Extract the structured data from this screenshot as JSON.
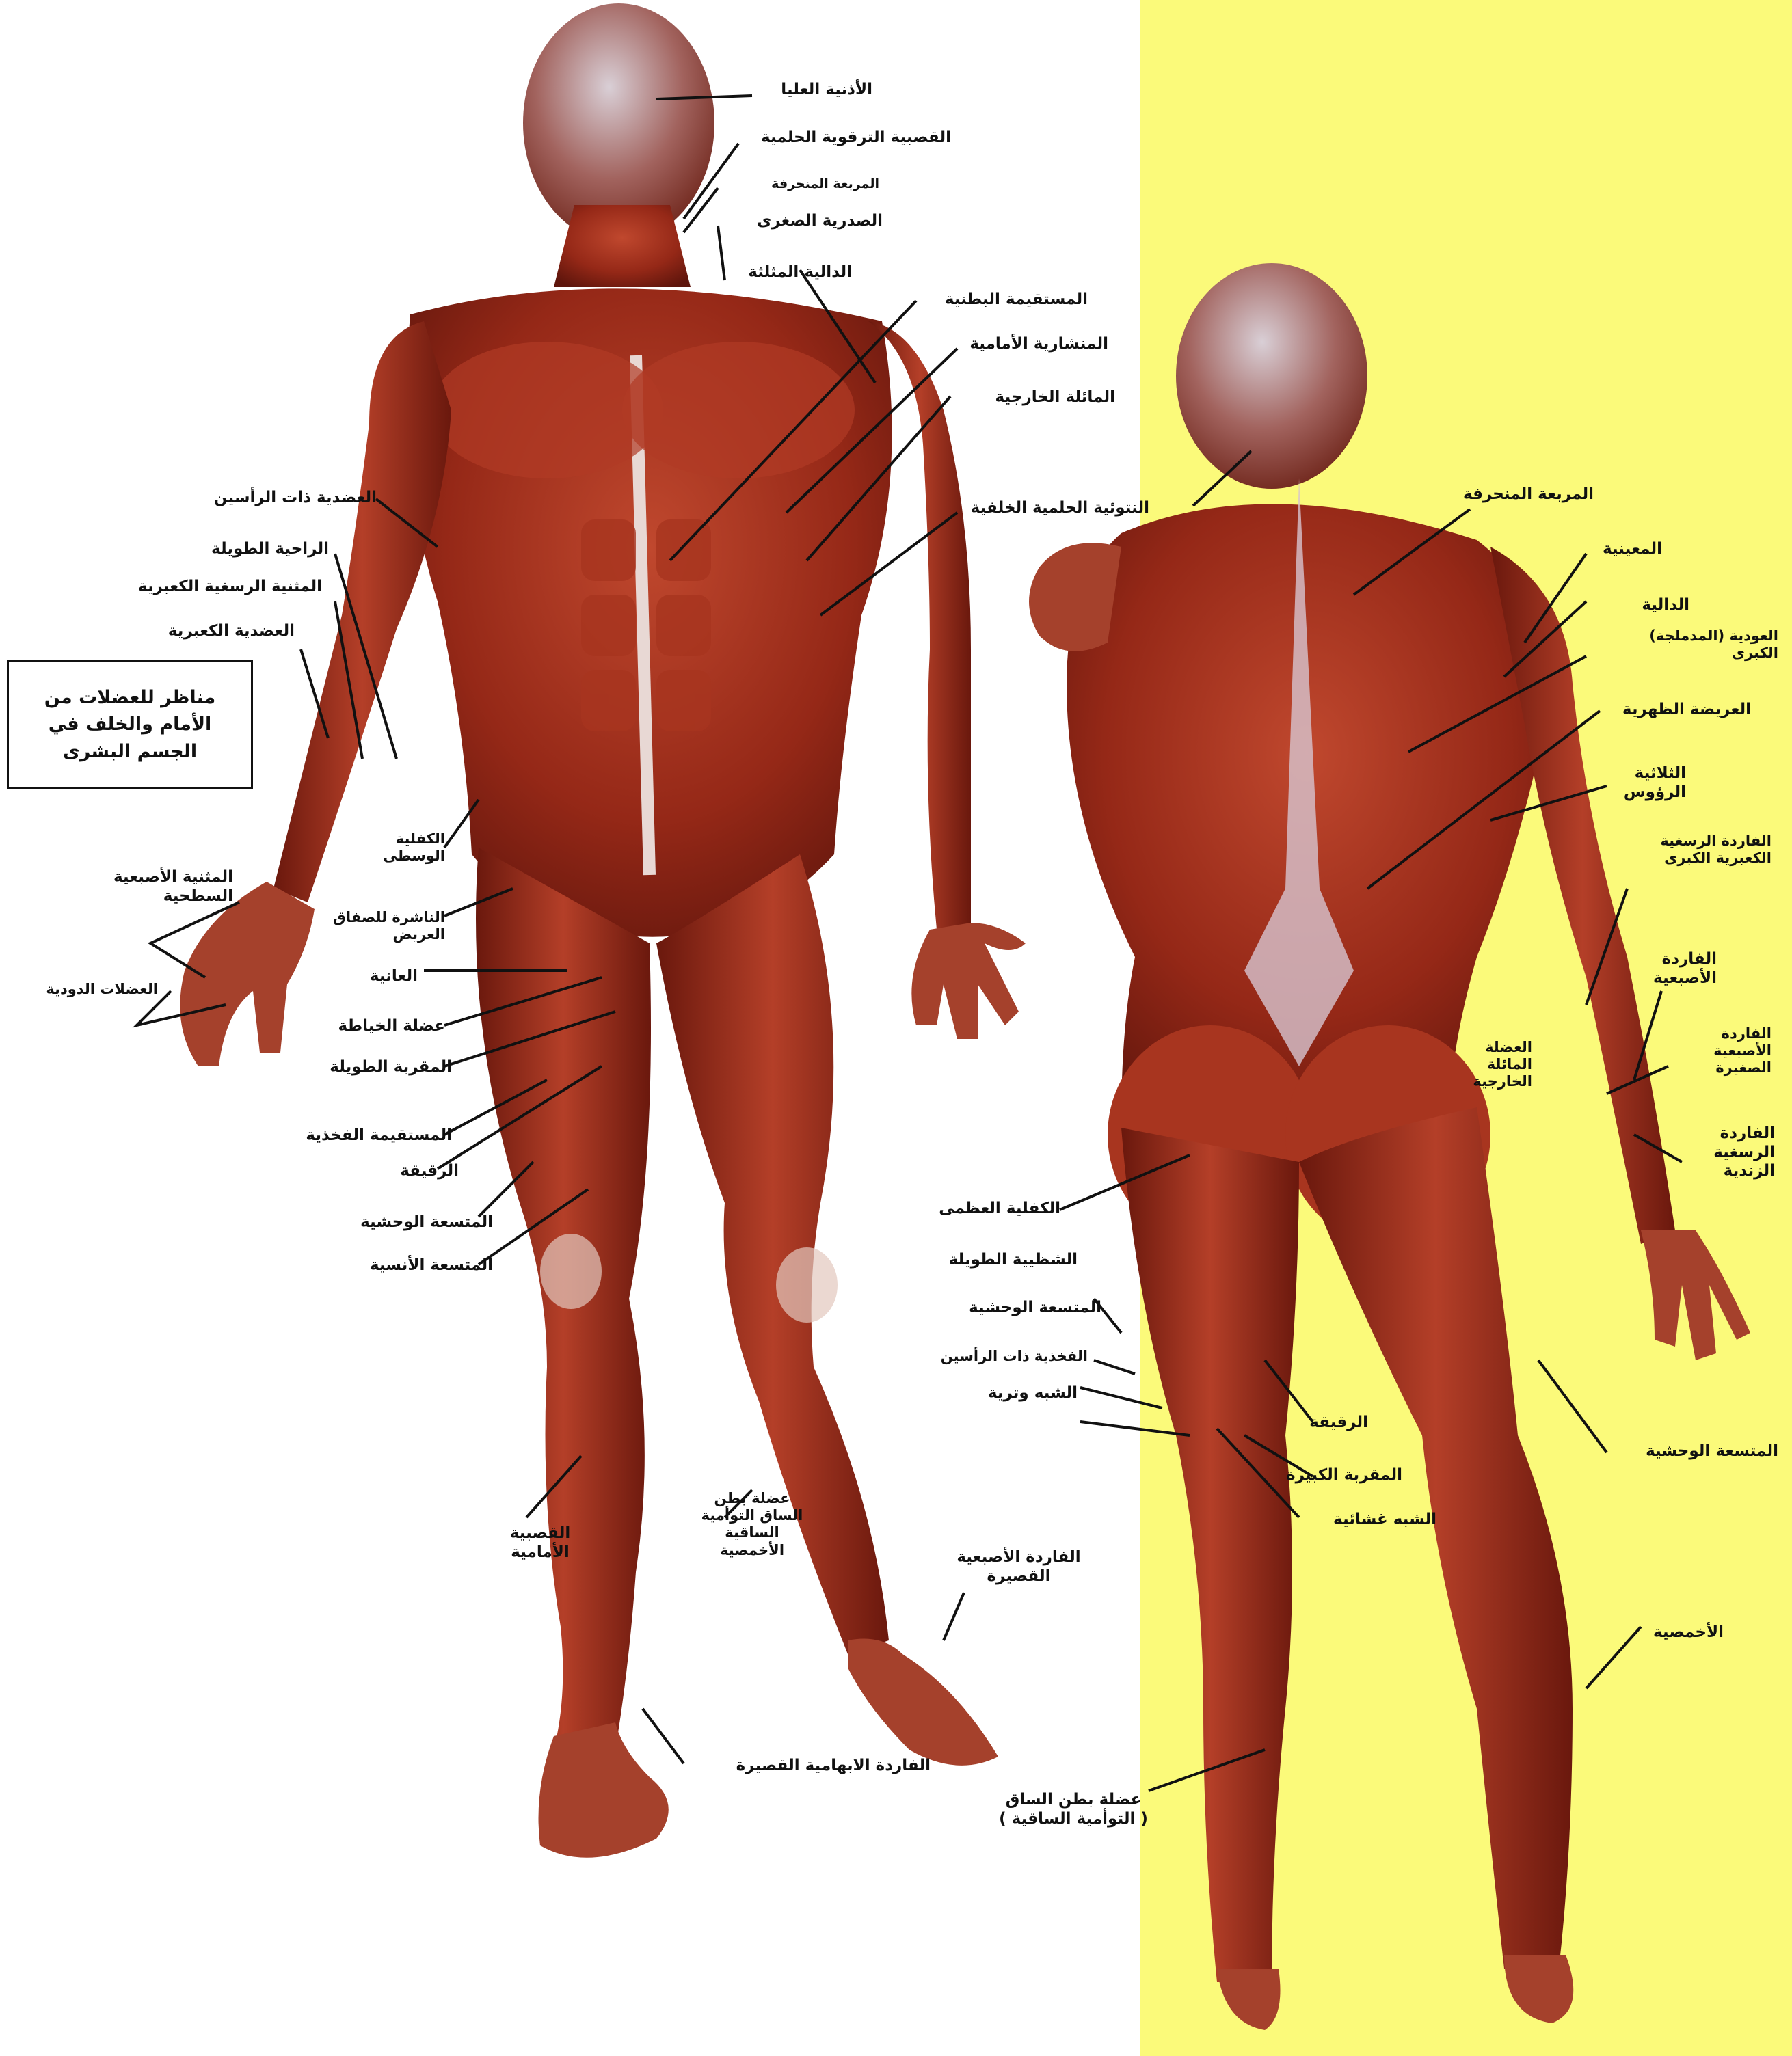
{
  "info_box": "مناظر للعضلات من\nالأمام والخلف في\nالجسم البشرى",
  "front_labels": {
    "upper_ear": "الأذنية العليا",
    "sternocleidomastoid": "القصبية الترقوية الحلمية",
    "trapezius_front": "المربعة المنحرفة",
    "pectoralis_minor": "الصدرية الصغرى",
    "deltoid": "الدالية المثلثة",
    "rectus_abdominis": "المستقيمة البطنية",
    "serratus_anterior": "المنشارية الأمامية",
    "external_oblique": "المائلة الخارجية",
    "posterior_tubercle": "النتوئية الحلمية الخلفية",
    "biceps": "العضدية ذات الرأسين",
    "brachioradialis": "الراحية الطويلة",
    "flexor_carpi_radialis": "المثنية الرسغية الكعبرية",
    "brachialis_radial": "العضدية الكعبرية",
    "gluteus_medius": "الكفلية\nالوسطى",
    "tensor_fasciae": "الناشرة للصفاق\nالعريض",
    "pectineus": "العانية",
    "sartorius": "عضلة الخياطة",
    "adductor_longus": "المقربة الطويلة",
    "rectus_femoris": "المستقيمة الفخذية",
    "gracilis": "الرقيقة",
    "vastus_lateralis": "المتسعة الوحشية",
    "vastus_medialis": "المتسعة الأنسية",
    "flexor_digitorum_superficialis": "المثنية الأصبعية\nالسطحية",
    "lumbricals": "العضلات الدودية",
    "tibialis_anterior": "القصبية\nالأمامية",
    "gastrocnemius_front": "عضلة بطن\nالساق التوأمية\nالساقية\nالأخمصية",
    "extensor_digitorum_brevis": "الفاردة الأصبعية\nالقصيرة",
    "extensor_hallucis_brevis": "الفاردة الابهامية القصيرة"
  },
  "back_labels": {
    "trapezius": "المربعة المنحرفة",
    "infraspinatus": "المعينية",
    "deltoid": "الدالية",
    "teres_major": "العودية (المدملجة)\nالكبرى",
    "latissimus_dorsi": "العريضة الظهرية",
    "triceps": "الثلاثية\nالرؤوس",
    "extensor_carpi_radialis": "الفاردة الرسغية\nالكعبرية الكبرى",
    "extensor_digitorum": "الفاردة\nالأصبعية",
    "extensor_digiti_minimi": "الفاردة\nالأصبعية\nالصغيرة",
    "external_oblique_back": "العضلة\nالمائلة\nالخارجية",
    "extensor_carpi_ulnaris": "الفاردة\nالرسغية\nالزندية",
    "gluteus_maximus": "الكفلية العظمى",
    "adductor_longus_back": "الشظيية الطويلة",
    "vastus_lateralis_back": "المتسعة الوحشية",
    "biceps_femoris": "الفخذية ذات الرأسين",
    "semitendinosus": "الشبه وترية",
    "gracilis_back": "الرقيقة",
    "adductor_magnus": "المقربة الكبيرة",
    "semimembranosus": "الشبه غشائية",
    "vastus_lateralis_right": "المتسعة الوحشية",
    "plantaris": "الأخمصية",
    "gastrocnemius": "عضلة بطن الساق\n( التوأمية الساقية )"
  },
  "colors": {
    "background": "#ffffff",
    "yellow_panel": "#fbfa7a",
    "muscle_dark": "#6e1a10",
    "muscle": "#9a2b1a",
    "muscle_light": "#c24a30",
    "tendon": "#e8d8d4",
    "leader_line": "#111111"
  }
}
